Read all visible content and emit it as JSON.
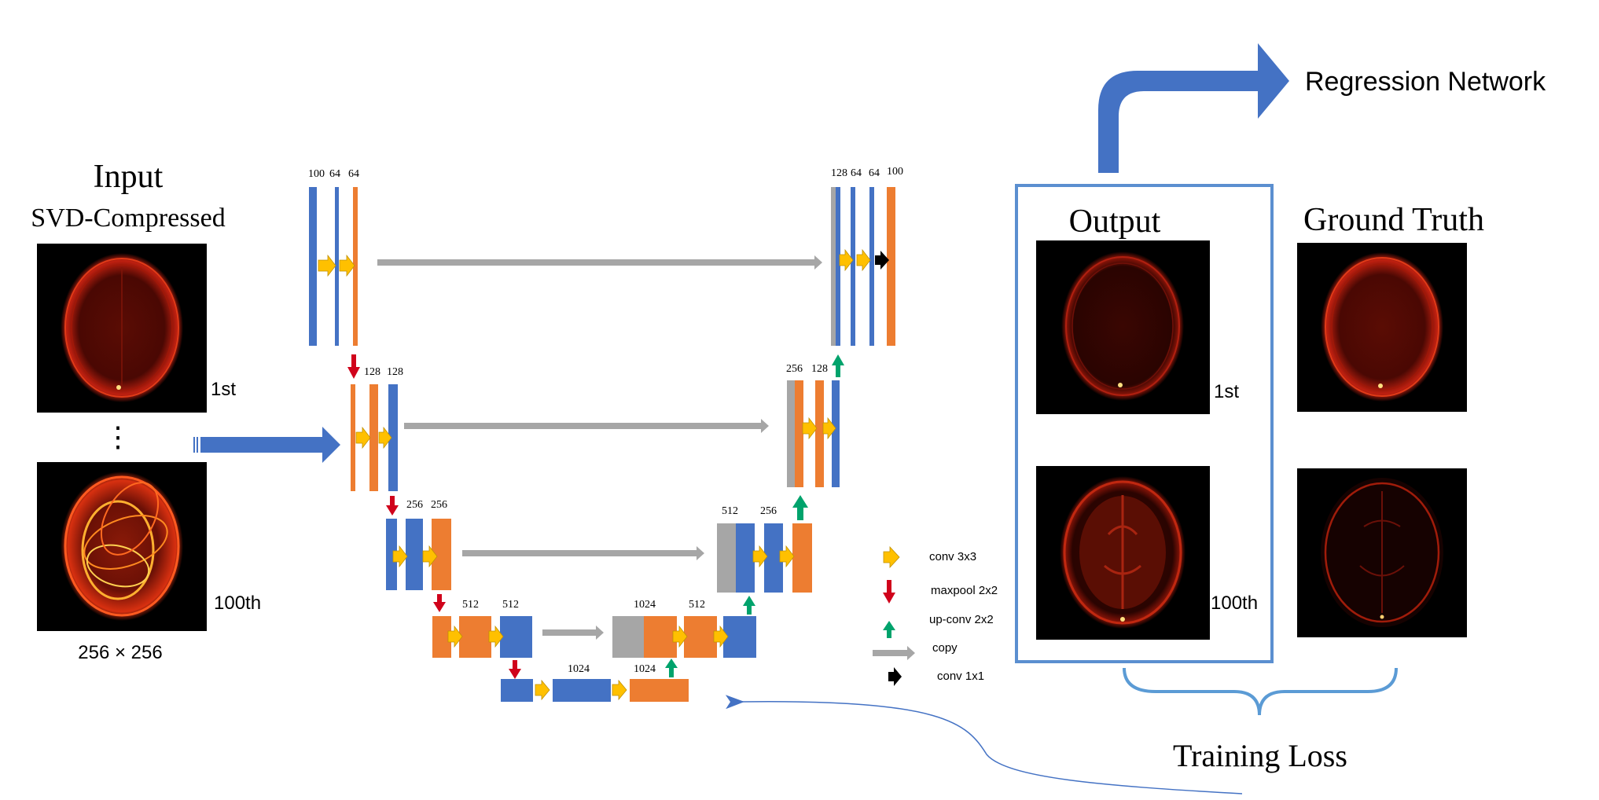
{
  "input": {
    "title": "Input",
    "subtitle": "SVD-Compressed",
    "label_first": "1st",
    "ellipsis": "⋮",
    "label_last": "100th",
    "size": "256 × 256"
  },
  "output": {
    "title": "Output",
    "label_first": "1st",
    "label_last": "100th"
  },
  "ground_truth": {
    "title": "Ground Truth"
  },
  "regression": {
    "label": "Regression Network"
  },
  "training_loss": {
    "label": "Training Loss"
  },
  "channels": {
    "enc1": [
      "100",
      "64",
      "64"
    ],
    "enc2": [
      "128",
      "128"
    ],
    "enc3": [
      "256",
      "256"
    ],
    "enc4": [
      "512",
      "512"
    ],
    "bottleneck": [
      "1024",
      "1024"
    ],
    "dec4": [
      "1024",
      "512"
    ],
    "dec3": [
      "512",
      "256"
    ],
    "dec2": [
      "256",
      "128"
    ],
    "dec1": [
      "128",
      "64",
      "64",
      "100"
    ]
  },
  "legend": {
    "conv3x3": "conv 3x3",
    "maxpool": "maxpool 2x2",
    "upconv": "up-conv 2x2",
    "copy": "copy",
    "conv1x1": "conv 1x1"
  },
  "colors": {
    "blue": "#4472C4",
    "orange": "#ED7D31",
    "gray": "#A6A6A6",
    "yellow": "#FFC000",
    "red": "#D0021B",
    "green": "#00A36C",
    "light_blue": "#5B9BD5"
  }
}
